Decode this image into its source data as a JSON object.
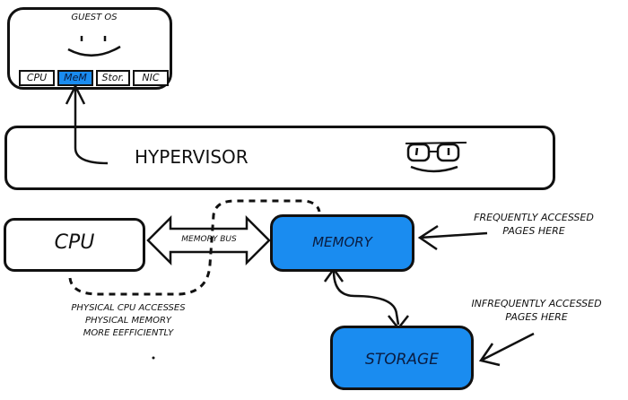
{
  "colors": {
    "accent_blue": "#1a8cf0",
    "ink": "#111111",
    "background": "#ffffff"
  },
  "guest_os": {
    "title": "GUEST OS",
    "icon": "smiley-face-icon",
    "resources": [
      {
        "label": "CPU",
        "highlighted": false
      },
      {
        "label": "MeM",
        "highlighted": true
      },
      {
        "label": "Stor.",
        "highlighted": false
      },
      {
        "label": "NIC",
        "highlighted": false
      }
    ]
  },
  "hypervisor": {
    "label": "HYPERVISOR",
    "icon": "glasses-face-icon"
  },
  "cpu": {
    "label": "CPU"
  },
  "memory_bus": {
    "label": "MEMORY BUS"
  },
  "memory": {
    "label": "MEMORY"
  },
  "storage": {
    "label": "STORAGE"
  },
  "annotations": {
    "frequent": [
      "FREQUENTLY ACCESSED",
      "PAGES HERE"
    ],
    "infrequent": [
      "INFREQUENTLY ACCESSED",
      "PAGES HERE"
    ],
    "cpu_access": [
      "PHYSICAL CPU ACCESSES",
      "PHYSICAL MEMORY",
      "MORE EEFFICIENTLY"
    ]
  }
}
